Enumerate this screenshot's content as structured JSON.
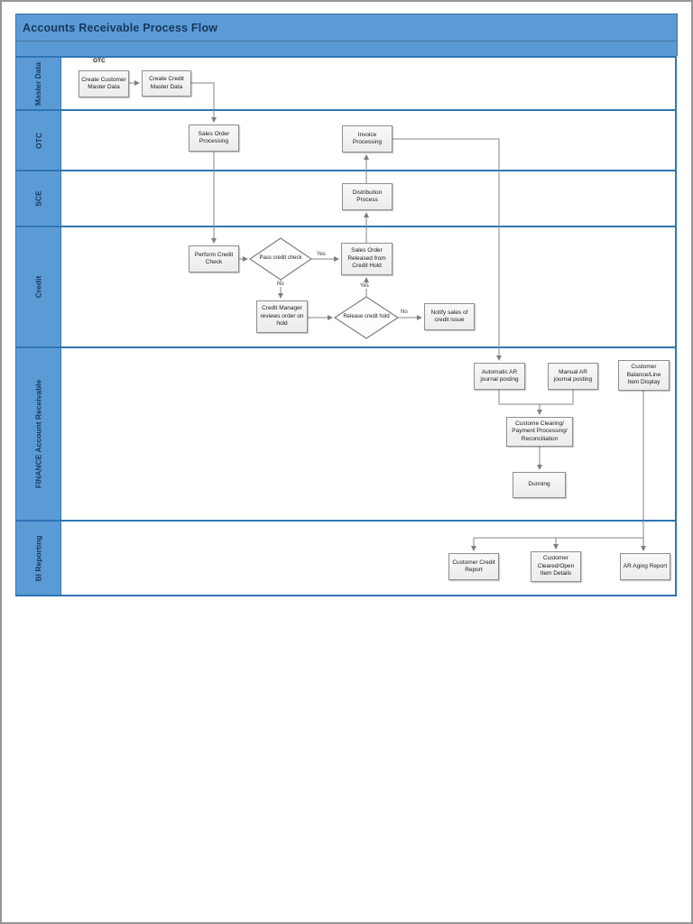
{
  "title": "Accounts Receivable Process Flow",
  "phase_label": "OTC",
  "lanes": [
    {
      "label": "Master Data"
    },
    {
      "label": "OTC"
    },
    {
      "label": "SCE"
    },
    {
      "label": "Credit"
    },
    {
      "label": "FINANCE Account Receivable"
    },
    {
      "label": "BI Reporting"
    }
  ],
  "nodes": {
    "create_customer": "Create Customer Master Data",
    "create_credit": "Create Credit Master Data",
    "sales_order_processing": "Sales Order Processing",
    "invoice_processing": "Invoice Processing",
    "distribution_process": "Distribution Process",
    "perform_credit_check": "Perform Credit Check",
    "sales_order_released": "Sales Order Released from Credit Hold",
    "credit_manager_reviews": "Credit Manager reviews order on hold",
    "notify_sales": "Notify sales of credit issue",
    "automatic_ar": "Automatic AR journal posting",
    "manual_ar": "Manual AR journal posting",
    "customer_balance": "Customer Balance/Line Item Display",
    "customer_clearing": "Custome Clearing/ Payment Processing/ Reconciliation",
    "dunning": "Dunning",
    "customer_credit_report": "Customer Credit Report",
    "customer_cleared_open": "Customer Cleared/Open Item Details",
    "ar_aging_report": "AR Aging Report"
  },
  "decisions": {
    "pass_credit_check": "Pass credit check",
    "release_credit_hold": "Release credit hold"
  },
  "edge_labels": {
    "pass_yes": "Yes",
    "pass_no": "No",
    "release_yes": "Yes",
    "release_no": "No"
  },
  "colors": {
    "header_fill": "#5B9BD5",
    "lane_divider": "#2E75B6",
    "title_text": "#17375E",
    "connector": "#808080",
    "node_fill": "#F2F2F2"
  }
}
